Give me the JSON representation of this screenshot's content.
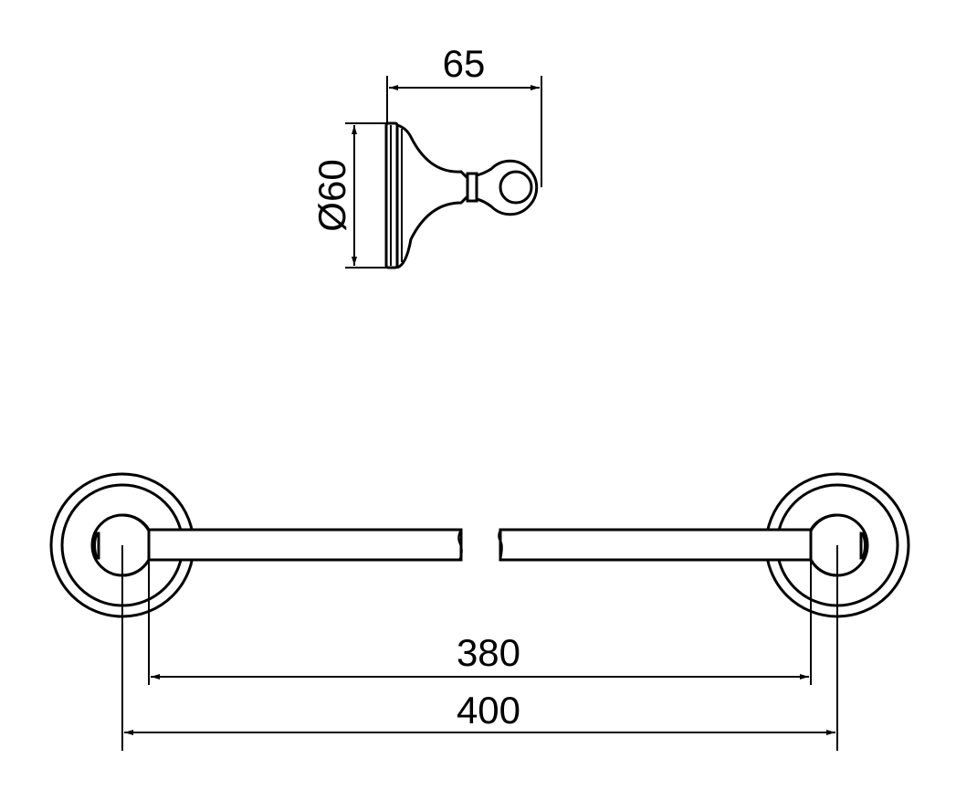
{
  "drawing": {
    "side_view": {
      "width_dimension": "65",
      "diameter_dimension": "Ø60"
    },
    "front_view": {
      "inner_length_dimension": "380",
      "overall_length_dimension": "400"
    },
    "line_color": "#000000",
    "background": "#ffffff"
  }
}
